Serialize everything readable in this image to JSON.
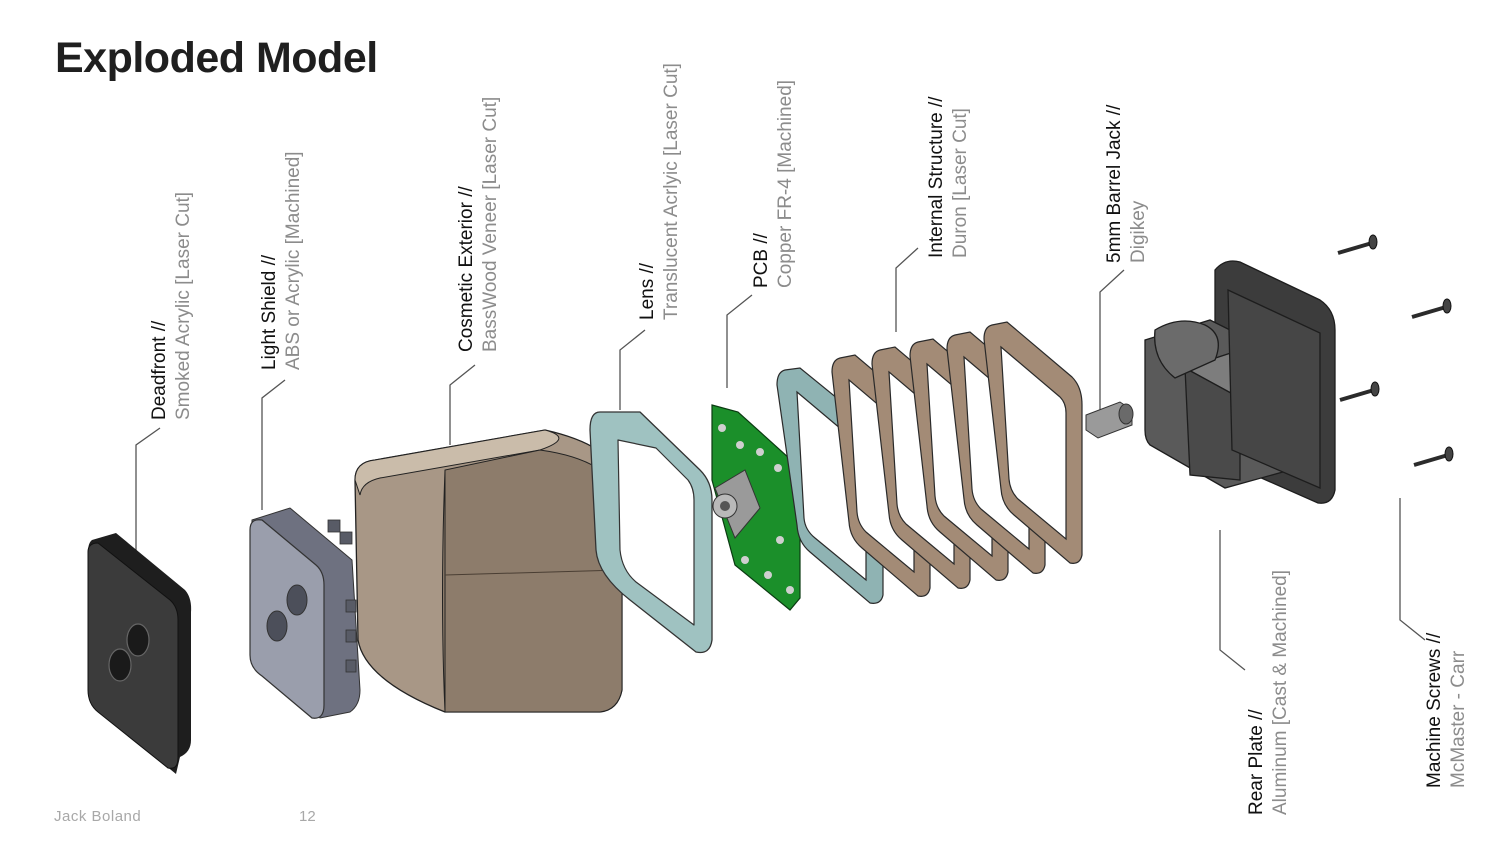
{
  "slide": {
    "title": "Exploded Model",
    "author": "Jack Boland",
    "page": "12"
  },
  "colors": {
    "title": "#1f1f1f",
    "label_name": "#111111",
    "label_spec": "#8c8c8c",
    "deadfront": "#2e2e2e",
    "light_shield": "#8a8f9e",
    "cosmetic_exterior": "#9a8a78",
    "lens": "#8fb3b3",
    "pcb": "#1f8a2c",
    "internal_structure": "#a18670",
    "rear_plate": "#4a4a4a"
  },
  "callouts": [
    {
      "name": "Deadfront //",
      "spec": "Smoked Acrylic [Laser Cut]"
    },
    {
      "name": "Light Shield //",
      "spec": "ABS or Acrylic [Machined]"
    },
    {
      "name": "Cosmetic Exterior //",
      "spec": "BassWood Veneer [Laser Cut]"
    },
    {
      "name": "Lens //",
      "spec": "Translucent Acrlyic [Laser Cut]"
    },
    {
      "name": "PCB //",
      "spec": "Copper FR-4 [Machined]"
    },
    {
      "name": "Internal Structure //",
      "spec": "Duron [Laser Cut]"
    },
    {
      "name": "5mm Barrel Jack //",
      "spec": "Digikey"
    },
    {
      "name": "Rear Plate //",
      "spec": "Aluminum [Cast & Machined]"
    },
    {
      "name": "Machine Screws //",
      "spec": "McMaster - Carr"
    }
  ]
}
